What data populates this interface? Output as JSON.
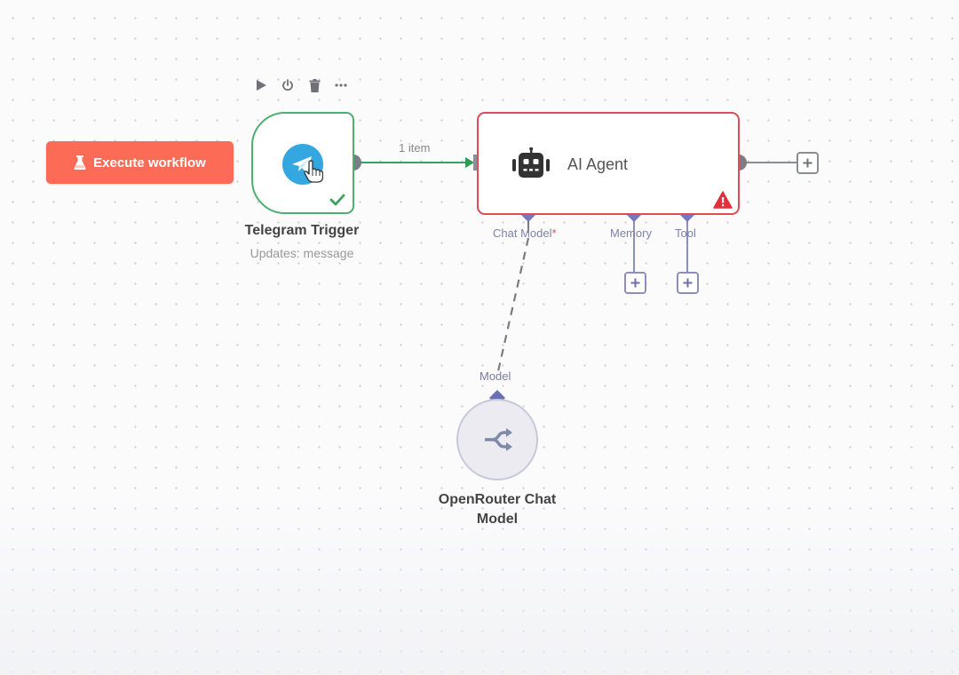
{
  "toolbar": {
    "execute_label": "Execute workflow",
    "node_actions": [
      {
        "name": "execute-node",
        "icon": "play-icon"
      },
      {
        "name": "deactivate-node",
        "icon": "power-icon"
      },
      {
        "name": "delete-node",
        "icon": "trash-icon"
      },
      {
        "name": "more-options",
        "icon": "ellipsis-icon"
      }
    ]
  },
  "colors": {
    "execute_button": "#fb6b55",
    "success": "#4caf6e",
    "error": "#e04b55",
    "port": "#7f84c0",
    "telegram": "#34a6e0"
  },
  "nodes": {
    "telegram": {
      "title": "Telegram Trigger",
      "subtitle": "Updates: message",
      "status": "success",
      "icon": "telegram-icon"
    },
    "agent": {
      "title": "AI Agent",
      "status": "warning",
      "icon": "robot-icon",
      "ports": {
        "chat_model": "Chat Model",
        "chat_model_required": "*",
        "memory": "Memory",
        "tool": "Tool"
      }
    },
    "openrouter": {
      "title_line1": "OpenRouter Chat",
      "title_line2": "Model",
      "port_label": "Model",
      "icon": "openrouter-icon"
    }
  },
  "edges": {
    "telegram_to_agent_label": "1 item"
  }
}
